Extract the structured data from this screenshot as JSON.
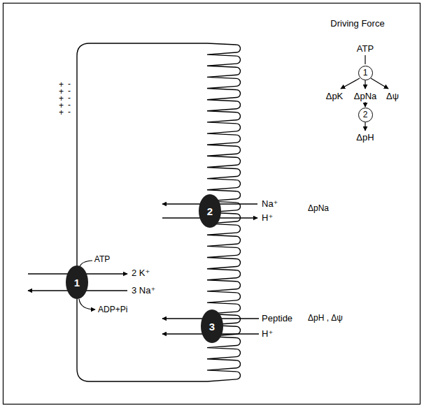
{
  "diagram": {
    "nodes": [
      {
        "text": [
          "1"
        ]
      },
      {
        "text": [
          "2"
        ]
      },
      {
        "text": [
          "3"
        ]
      },
      {
        "text": [
          "1"
        ]
      },
      {
        "text": [
          "2"
        ]
      }
    ],
    "labels": [
      "Driving Force",
      "ATP",
      "ΔpK",
      "ΔpNa",
      "Δψ",
      "ΔpH",
      "+",
      "+",
      "+",
      "+",
      "+",
      "-",
      "-",
      "-",
      "-",
      "-",
      "ATP",
      "2 K⁺",
      "3 Na⁺",
      "ADP+Pi",
      "Na⁺",
      "H⁺",
      "ΔpNa",
      "Peptide",
      "ΔpH , Δψ",
      "H⁺"
    ]
  }
}
